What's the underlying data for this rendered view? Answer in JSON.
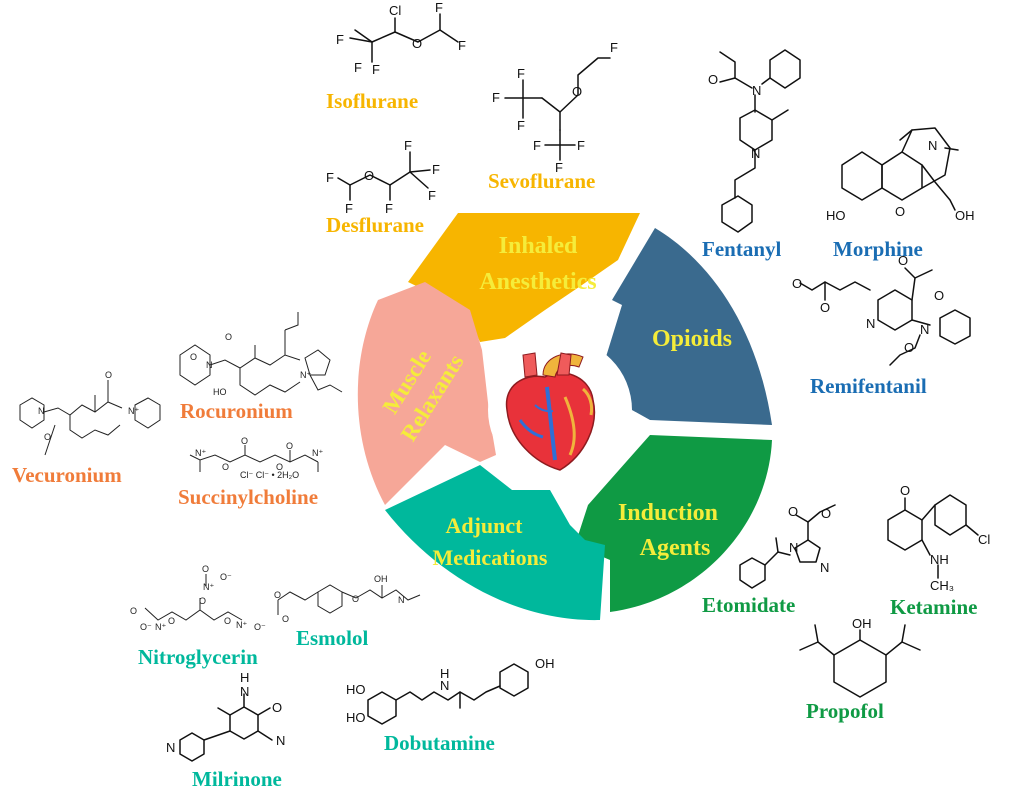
{
  "diagram": {
    "segments": [
      {
        "id": "inhaled",
        "lines": [
          "Inhaled",
          "Anesthetics"
        ],
        "color": "#f7b500"
      },
      {
        "id": "opioids",
        "lines": [
          "Opioids"
        ],
        "color": "#3a6a8e"
      },
      {
        "id": "induction",
        "lines": [
          "Induction",
          "Agents"
        ],
        "color": "#0f9a44"
      },
      {
        "id": "adjunct",
        "lines": [
          "Adjunct",
          "Medications"
        ],
        "color": "#00b89c"
      },
      {
        "id": "muscle",
        "lines": [
          "Muscle",
          "Relaxants"
        ],
        "color": "#f6a798"
      }
    ],
    "label_color": "#f5ec3a",
    "center_icon": "heart-icon",
    "drugs": {
      "isoflurane": {
        "name": "Isoflurane",
        "color": "#f7b500"
      },
      "sevoflurane": {
        "name": "Sevoflurane",
        "color": "#f7b500"
      },
      "desflurane": {
        "name": "Desflurane",
        "color": "#f7b500"
      },
      "fentanyl": {
        "name": "Fentanyl",
        "color": "#1a6db3"
      },
      "morphine": {
        "name": "Morphine",
        "color": "#1a6db3"
      },
      "remifentanil": {
        "name": "Remifentanil",
        "color": "#1a6db3"
      },
      "etomidate": {
        "name": "Etomidate",
        "color": "#0f9a44"
      },
      "ketamine": {
        "name": "Ketamine",
        "color": "#0f9a44"
      },
      "propofol": {
        "name": "Propofol",
        "color": "#0f9a44"
      },
      "nitroglycerin": {
        "name": "Nitroglycerin",
        "color": "#00b89c"
      },
      "esmolol": {
        "name": "Esmolol",
        "color": "#00b89c"
      },
      "dobutamine": {
        "name": "Dobutamine",
        "color": "#00b89c"
      },
      "milrinone": {
        "name": "Milrinone",
        "color": "#00b89c"
      },
      "rocuronium": {
        "name": "Rocuronium",
        "color": "#f07c3a"
      },
      "vecuronium": {
        "name": "Vecuronium",
        "color": "#f07c3a"
      },
      "succinylcholine": {
        "name": "Succinylcholine",
        "color": "#f07c3a"
      }
    },
    "atoms": {
      "iso": [
        "Cl",
        "F",
        "F",
        "F",
        "O",
        "F",
        "F"
      ],
      "sevo": [
        "F",
        "F",
        "F",
        "O",
        "F",
        "F",
        "F",
        "F"
      ],
      "des": [
        "F",
        "F",
        "F",
        "O",
        "F",
        "F",
        "F"
      ],
      "fentanyl": [
        "O",
        "N",
        "N"
      ],
      "morphine": [
        "N",
        "HO",
        "O",
        "OH"
      ],
      "remi": [
        "O",
        "O",
        "O",
        "O",
        "N",
        "N",
        "O"
      ],
      "etomidate": [
        "O",
        "O",
        "N",
        "N"
      ],
      "ketamine": [
        "O",
        "Cl",
        "NH",
        "CH₃"
      ],
      "propofol": [
        "OH"
      ],
      "roc": [
        "O",
        "N",
        "O",
        "HO",
        "N⁺"
      ],
      "vec": [
        "N",
        "O",
        "O",
        "N⁺"
      ],
      "succ": [
        "N⁺",
        "O",
        "O",
        "O",
        "O",
        "N⁺",
        "Cl⁻ Cl⁻  • 2H₂O"
      ],
      "nitro": [
        "O",
        "N⁺",
        "O⁻",
        "O",
        "O",
        "N⁺",
        "O⁻",
        "O",
        "N⁺",
        "O⁻",
        "O"
      ],
      "esmolol": [
        "O",
        "O",
        "O",
        "OH",
        "N"
      ],
      "dobutamine": [
        "HO",
        "HO",
        "H",
        "N",
        "OH"
      ],
      "milrinone": [
        "H",
        "N",
        "O",
        "N",
        "N"
      ]
    }
  }
}
